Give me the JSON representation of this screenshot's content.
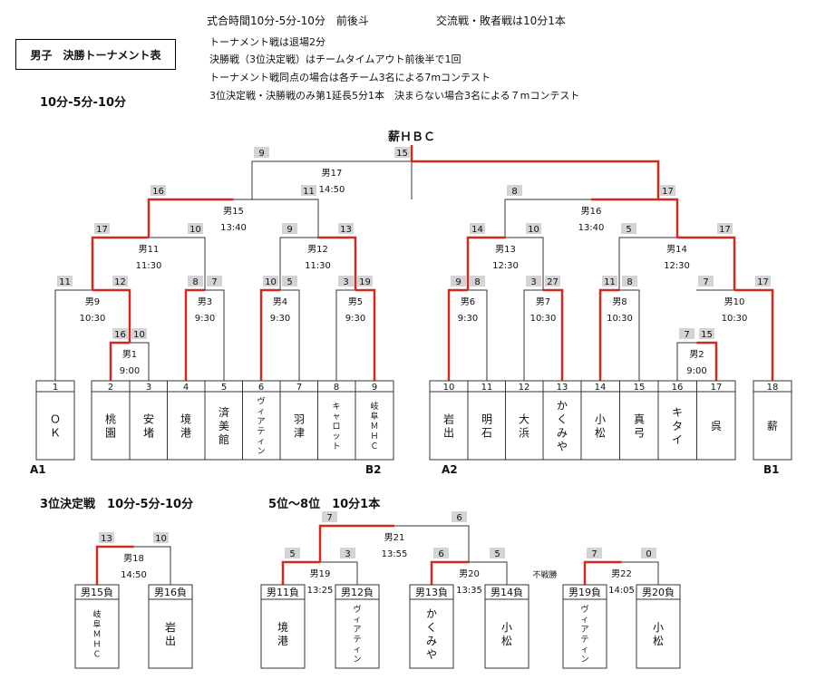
{
  "header": {
    "title": "男子　決勝トーナメント表",
    "time_label": "10分-5分-10分",
    "rules": [
      "式合時間10分-5分-10分　前後斗",
      "交流戦・敗者戦は10分1本",
      "トーナメント戦は退場2分",
      "決勝戦（3位決定戦）はチームタイムアウト前後半で1回",
      "トーナメント戦同点の場合は各チーム3名による7mコンテスト",
      "3位決定戦・決勝戦のみ第1延長5分1本　決まらない場合3名による７mコンテスト"
    ]
  },
  "champion": "薪ＨＢＣ",
  "group_labels": [
    "A1",
    "B2",
    "A2",
    "B1"
  ],
  "teams": [
    {
      "no": "1",
      "name": "ＯＫ"
    },
    {
      "no": "2",
      "name": "桃園"
    },
    {
      "no": "3",
      "name": "安堵"
    },
    {
      "no": "4",
      "name": "境港"
    },
    {
      "no": "5",
      "name": "済美館"
    },
    {
      "no": "6",
      "name": "ヴィアティン"
    },
    {
      "no": "7",
      "name": "羽津"
    },
    {
      "no": "8",
      "name": "キャロット"
    },
    {
      "no": "9",
      "name": "岐阜ＭＨＣ"
    },
    {
      "no": "10",
      "name": "岩出"
    },
    {
      "no": "11",
      "name": "明石"
    },
    {
      "no": "12",
      "name": "大浜"
    },
    {
      "no": "13",
      "name": "かくみや"
    },
    {
      "no": "14",
      "name": "小松"
    },
    {
      "no": "15",
      "name": "真弓"
    },
    {
      "no": "16",
      "name": "キタイ"
    },
    {
      "no": "17",
      "name": "呉"
    },
    {
      "no": "18",
      "name": "薪"
    }
  ],
  "matches": [
    {
      "id": "男1",
      "time": "9:00",
      "s1": "16",
      "s2": "10"
    },
    {
      "id": "男2",
      "time": "9:00",
      "s1": "7",
      "s2": "15"
    },
    {
      "id": "男3",
      "time": "9:30",
      "s1": "8",
      "s2": "7"
    },
    {
      "id": "男4",
      "time": "9:30",
      "s1": "10",
      "s2": "5"
    },
    {
      "id": "男5",
      "time": "9:30",
      "s1": "3",
      "s2": "19"
    },
    {
      "id": "男6",
      "time": "9:30",
      "s1": "9",
      "s2": "8"
    },
    {
      "id": "男7",
      "time": "10:30",
      "s1": "3",
      "s2": "27"
    },
    {
      "id": "男8",
      "time": "10:30",
      "s1": "11",
      "s2": "8"
    },
    {
      "id": "男9",
      "time": "10:30",
      "s1": "11",
      "s2": "12"
    },
    {
      "id": "男10",
      "time": "10:30",
      "s1": "7",
      "s2": "17"
    },
    {
      "id": "男11",
      "time": "11:30",
      "s1": "17",
      "s2": "10"
    },
    {
      "id": "男12",
      "time": "11:30",
      "s1": "9",
      "s2": "13"
    },
    {
      "id": "男13",
      "time": "12:30",
      "s1": "14",
      "s2": "10"
    },
    {
      "id": "男14",
      "time": "12:30",
      "s1": "5",
      "s2": "17"
    },
    {
      "id": "男15",
      "time": "13:40",
      "s1": "16",
      "s2": "11"
    },
    {
      "id": "男16",
      "time": "13:40",
      "s1": "8",
      "s2": "17"
    },
    {
      "id": "男17",
      "time": "14:50",
      "s1": "9",
      "s2": "15"
    }
  ],
  "third_place": {
    "title": "3位決定戦　10分-5分-10分",
    "match": {
      "id": "男18",
      "time": "14:50",
      "s1": "13",
      "s2": "10"
    },
    "teams": [
      {
        "label": "男15負",
        "name": "岐阜ＭＨＣ"
      },
      {
        "label": "男16負",
        "name": "岩出"
      }
    ]
  },
  "placement": {
    "title": "5位～8位　10分1本",
    "matches": [
      {
        "id": "男19",
        "time": "13:25",
        "s1": "5",
        "s2": "3"
      },
      {
        "id": "男20",
        "time": "13:35",
        "s1": "6",
        "s2": "5"
      },
      {
        "id": "男21",
        "time": "13:55",
        "s1": "7",
        "s2": "6"
      },
      {
        "id": "男22",
        "time": "14:05",
        "s1": "7",
        "s2": "0"
      }
    ],
    "teams": [
      {
        "label": "男11負",
        "name": "境港"
      },
      {
        "label": "男12負",
        "name": "ヴィアティン"
      },
      {
        "label": "男13負",
        "name": "かくみや"
      },
      {
        "label": "男14負",
        "name": "小松"
      },
      {
        "label": "男19負",
        "name": "ヴィアティン"
      },
      {
        "label": "男20負",
        "name": "小松"
      }
    ],
    "note": "不戦勝"
  },
  "colors": {
    "win": "#d42a1e",
    "line": "#333333",
    "score_bg": "#d4d4d4"
  }
}
